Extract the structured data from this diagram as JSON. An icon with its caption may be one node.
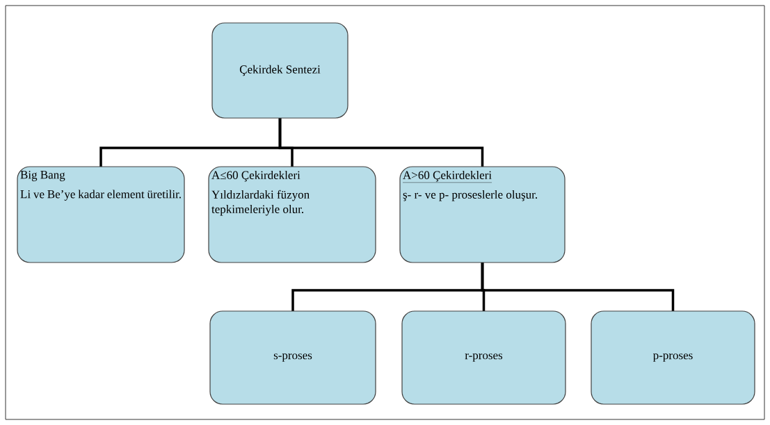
{
  "diagram": {
    "nodes": [
      {
        "text": [
          "Çekirdek Sentezi"
        ]
      },
      {
        "text": [
          "Big Bang",
          "Li ve Be’ye kadar element üretilir."
        ]
      },
      {
        "text": [
          "A≤60 Çekirdekleri",
          "Yıldızlardaki füzyon tepkimeleriyle olur."
        ]
      },
      {
        "text": [
          "A>60 Çekirdekleri",
          "ş- r- ve p- proseslerle oluşur."
        ]
      },
      {
        "text": [
          "s-proses"
        ]
      },
      {
        "text": [
          "r-proses"
        ]
      },
      {
        "text": [
          "p-proses"
        ]
      }
    ],
    "edges": [
      {
        "from": 0,
        "to": 1,
        "arrow": "none"
      },
      {
        "from": 0,
        "to": 2,
        "arrow": "none"
      },
      {
        "from": 0,
        "to": 3,
        "arrow": "none"
      },
      {
        "from": 3,
        "to": 4,
        "arrow": "none"
      },
      {
        "from": 3,
        "to": 5,
        "arrow": "none"
      },
      {
        "from": 3,
        "to": 6,
        "arrow": "none"
      }
    ]
  }
}
